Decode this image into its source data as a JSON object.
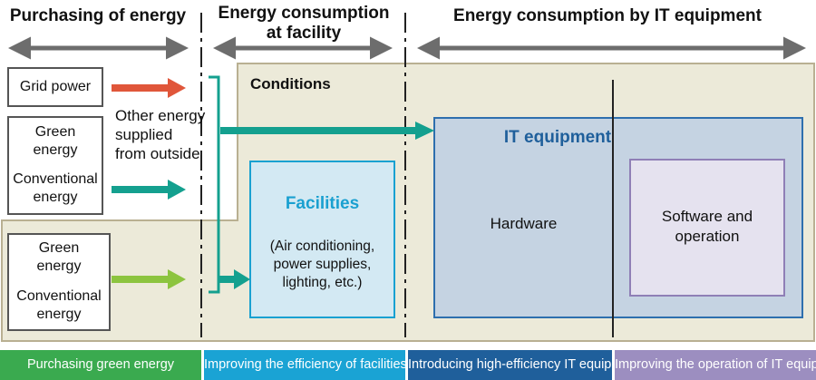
{
  "headers": {
    "purchasing": "Purchasing of energy",
    "facility": "Energy consumption\nat facility",
    "it_equipment": "Energy consumption by IT equipment"
  },
  "conditions_label": "Conditions",
  "sources": {
    "grid_power": "Grid power",
    "green_energy_1": "Green\nenergy",
    "conventional_energy_1": "Conventional\nenergy",
    "green_energy_2": "Green\nenergy",
    "conventional_energy_2": "Conventional\nenergy",
    "other_energy": "Other energy\nsupplied\nfrom outside"
  },
  "facilities": {
    "title": "Facilities",
    "detail": "(Air conditioning,\npower supplies,\nlighting, etc.)"
  },
  "it_equipment": {
    "title": "IT equipment",
    "hardware": "Hardware",
    "software": "Software and\noperation"
  },
  "bottom_bars": [
    {
      "label": "Purchasing green energy",
      "color": "#3aaa4f"
    },
    {
      "label": "Improving the efficiency of facilities",
      "color": "#1aa3d4"
    },
    {
      "label": "Introducing high-efficiency IT equipment",
      "color": "#1f5f9b"
    },
    {
      "label": "Improving the operation of IT equipment",
      "color": "#9c8ec0"
    }
  ],
  "colors": {
    "grid_arrow": "#e0563a",
    "teal_arrow": "#14a08f",
    "green_arrow": "#8cc43f",
    "conditions_bg": "#ecead9",
    "conditions_border": "#b9b092",
    "facilities_fill": "#d3e9f3",
    "facilities_border": "#19a1d1",
    "it_fill": "#c5d3e2",
    "it_border": "#2e6fae",
    "software_fill": "#e5e2ef",
    "software_border": "#8f7fb6"
  }
}
